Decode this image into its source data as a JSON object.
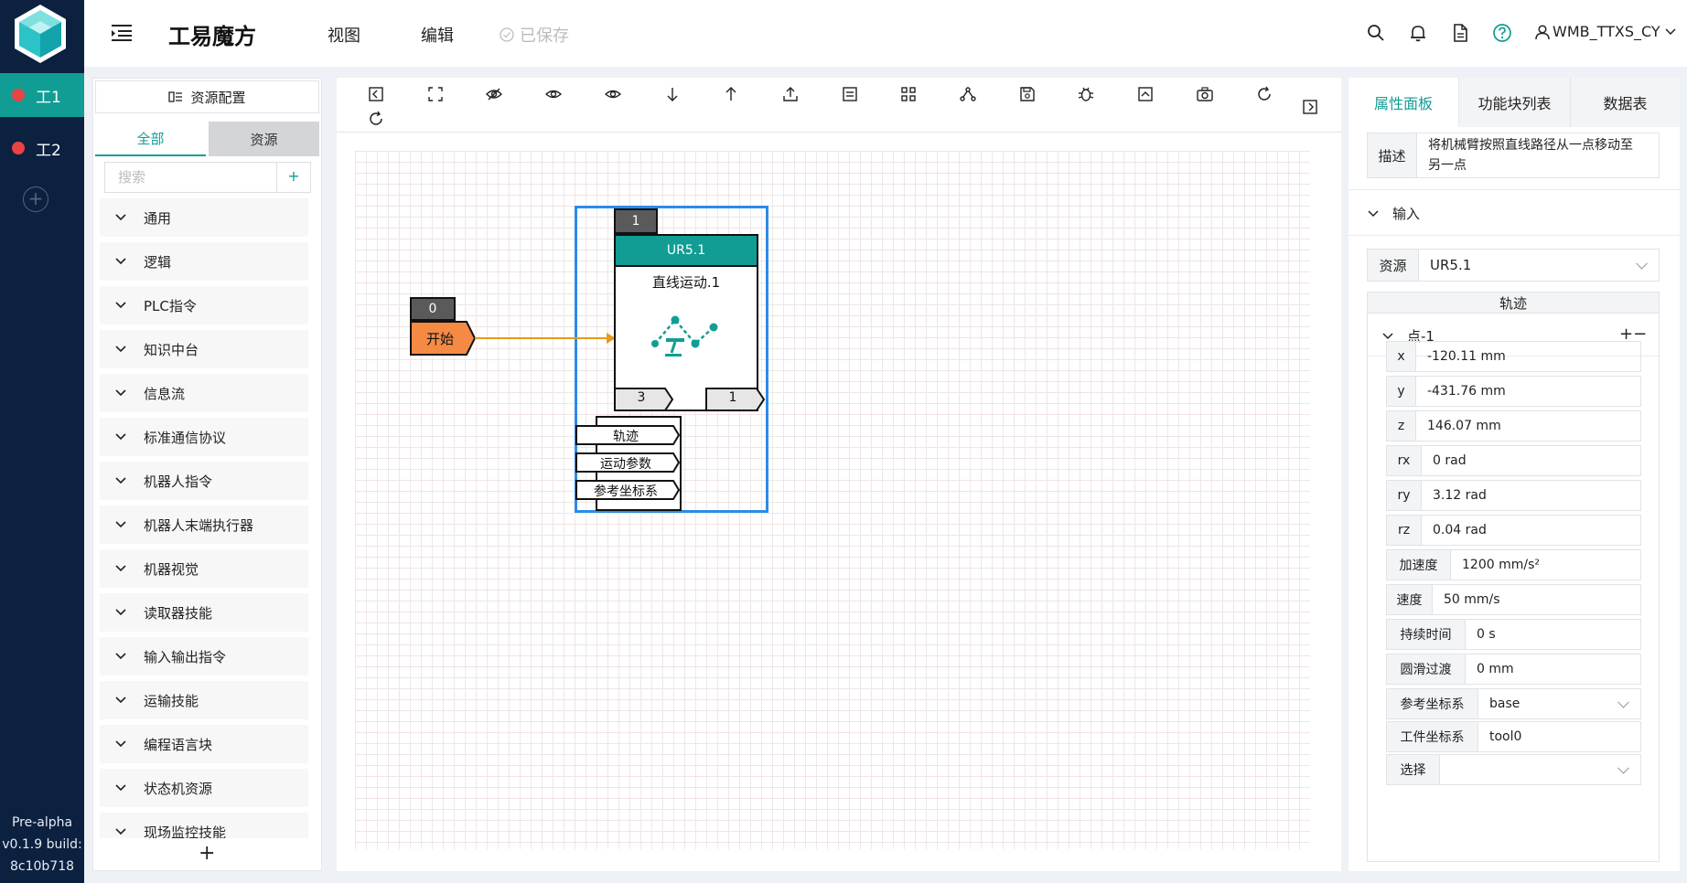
{
  "app": {
    "title": "工易魔方",
    "version": [
      "Pre-alpha",
      "v0.1.9 build:",
      "8c10b718"
    ]
  },
  "rail": {
    "tabs": [
      {
        "label": "工1"
      },
      {
        "label": "工2"
      }
    ],
    "add": "+"
  },
  "topbar": {
    "menus": [
      "视图",
      "编辑"
    ],
    "saved": "已保存",
    "user": "WMB_TTXS_CY"
  },
  "library": {
    "config_label": "资源配置",
    "tabs": [
      "全部",
      "资源"
    ],
    "search_placeholder": "搜索",
    "search_add": "+",
    "categories": [
      "通用",
      "逻辑",
      "PLC指令",
      "知识中台",
      "信息流",
      "标准通信协议",
      "机器人指令",
      "机器人末端执行器",
      "机器视觉",
      "读取器技能",
      "输入输出指令",
      "运输技能",
      "编程语言块",
      "状态机资源",
      "现场监控技能"
    ],
    "add": "+"
  },
  "canvas": {
    "start": {
      "num": "0",
      "label": "开始"
    },
    "motion": {
      "num": "1",
      "resource": "UR5.1",
      "name": "直线运动.1",
      "port_left": "3",
      "port_right": "1"
    },
    "params": [
      "轨迹",
      "运动参数",
      "参考坐标系"
    ]
  },
  "props": {
    "tabs": [
      "属性面板",
      "功能块列表",
      "数据表"
    ],
    "desc_key": "描述",
    "desc_value_1": "将机械臂按照直线路径从一点移动至",
    "desc_value_2": "另一点",
    "input_section": "输入",
    "resource_key": "资源",
    "resource_value": "UR5.1",
    "trajectory": "轨迹",
    "point_label": "点-1",
    "point_actions": "+−",
    "fields": [
      {
        "k": "x",
        "v": "-120.11 mm"
      },
      {
        "k": "y",
        "v": "-431.76 mm"
      },
      {
        "k": "z",
        "v": "146.07 mm"
      },
      {
        "k": "rx",
        "v": "0 rad"
      },
      {
        "k": "ry",
        "v": "3.12 rad"
      },
      {
        "k": "rz",
        "v": "0.04 rad"
      },
      {
        "k": "加速度",
        "v": "1200 mm/s²"
      },
      {
        "k": "速度",
        "v": "50 mm/s"
      },
      {
        "k": "持续时间",
        "v": "0 s"
      },
      {
        "k": "圆滑过渡",
        "v": "0 mm"
      },
      {
        "k": "参考坐标系",
        "v": "base"
      },
      {
        "k": "工件坐标系",
        "v": "tool0"
      },
      {
        "k": "选择",
        "v": ""
      }
    ]
  },
  "colors": {
    "accent": "#119d94",
    "rail": "#0c2040",
    "start": "#f58a45",
    "selection": "#2b8ce8",
    "arrow": "#e69a1a"
  }
}
